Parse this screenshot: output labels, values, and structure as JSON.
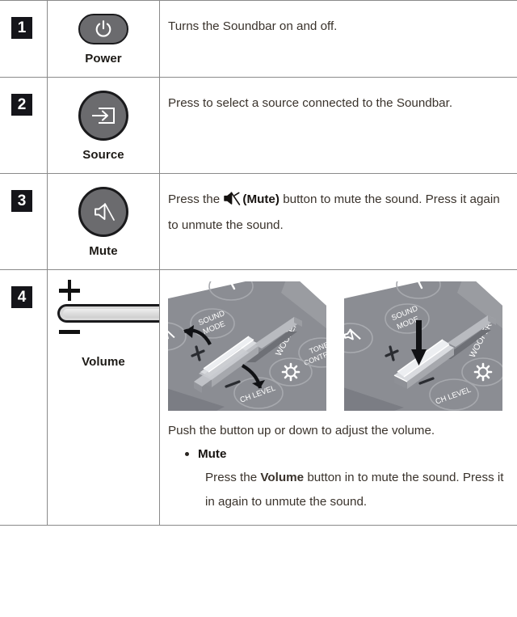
{
  "table": {
    "rows": [
      {
        "number": "1",
        "button_label": "Power",
        "button_icon": "power-icon",
        "description": "Turns the Soundbar on and off."
      },
      {
        "number": "2",
        "button_label": "Source",
        "button_icon": "source-input-icon",
        "description": "Press to select a source connected to the Soundbar."
      },
      {
        "number": "3",
        "button_label": "Mute",
        "button_icon": "mute-icon",
        "description_part1": "Press the",
        "description_inline_icon": "mute-icon",
        "description_bold": "(Mute)",
        "description_part2": "button to mute the sound. Press it again to unmute the sound."
      },
      {
        "number": "4",
        "button_label": "Volume",
        "button_icon": "volume-rocker-icon",
        "plus_sign": "+",
        "minus_sign": "−",
        "intro_text": "Push the button up or down to adjust the volume.",
        "bullet": {
          "title": "Mute",
          "body_part1": "Press the",
          "body_bold": "Volume",
          "body_part2": "button in to mute the sound. Press it in again to unmute the sound."
        }
      }
    ]
  },
  "illustrations": {
    "left": {
      "name": "soundbar-panel-volume-up-down",
      "labels": {
        "sound_mode": "SOUND MODE",
        "woofer": "WOOFER",
        "tone_control": "TONE CONTROL",
        "ch_level": "CH LEVEL",
        "plus": "+",
        "minus": "−"
      }
    },
    "right": {
      "name": "soundbar-panel-volume-press",
      "labels": {
        "sound_mode": "SOUND MODE",
        "woofer": "WOOFER",
        "ch_level": "CH LEVEL",
        "plus": "+",
        "minus": "−"
      }
    }
  },
  "colors": {
    "border": "#8a8a8a",
    "badge_bg": "#15151a",
    "badge_text": "#ffffff",
    "button_fill": "#6b6b6e",
    "button_outline": "#1a1a1c",
    "body_text": "#3a332c",
    "panel_base": "#8e9096",
    "panel_top": "#7d7f86"
  }
}
